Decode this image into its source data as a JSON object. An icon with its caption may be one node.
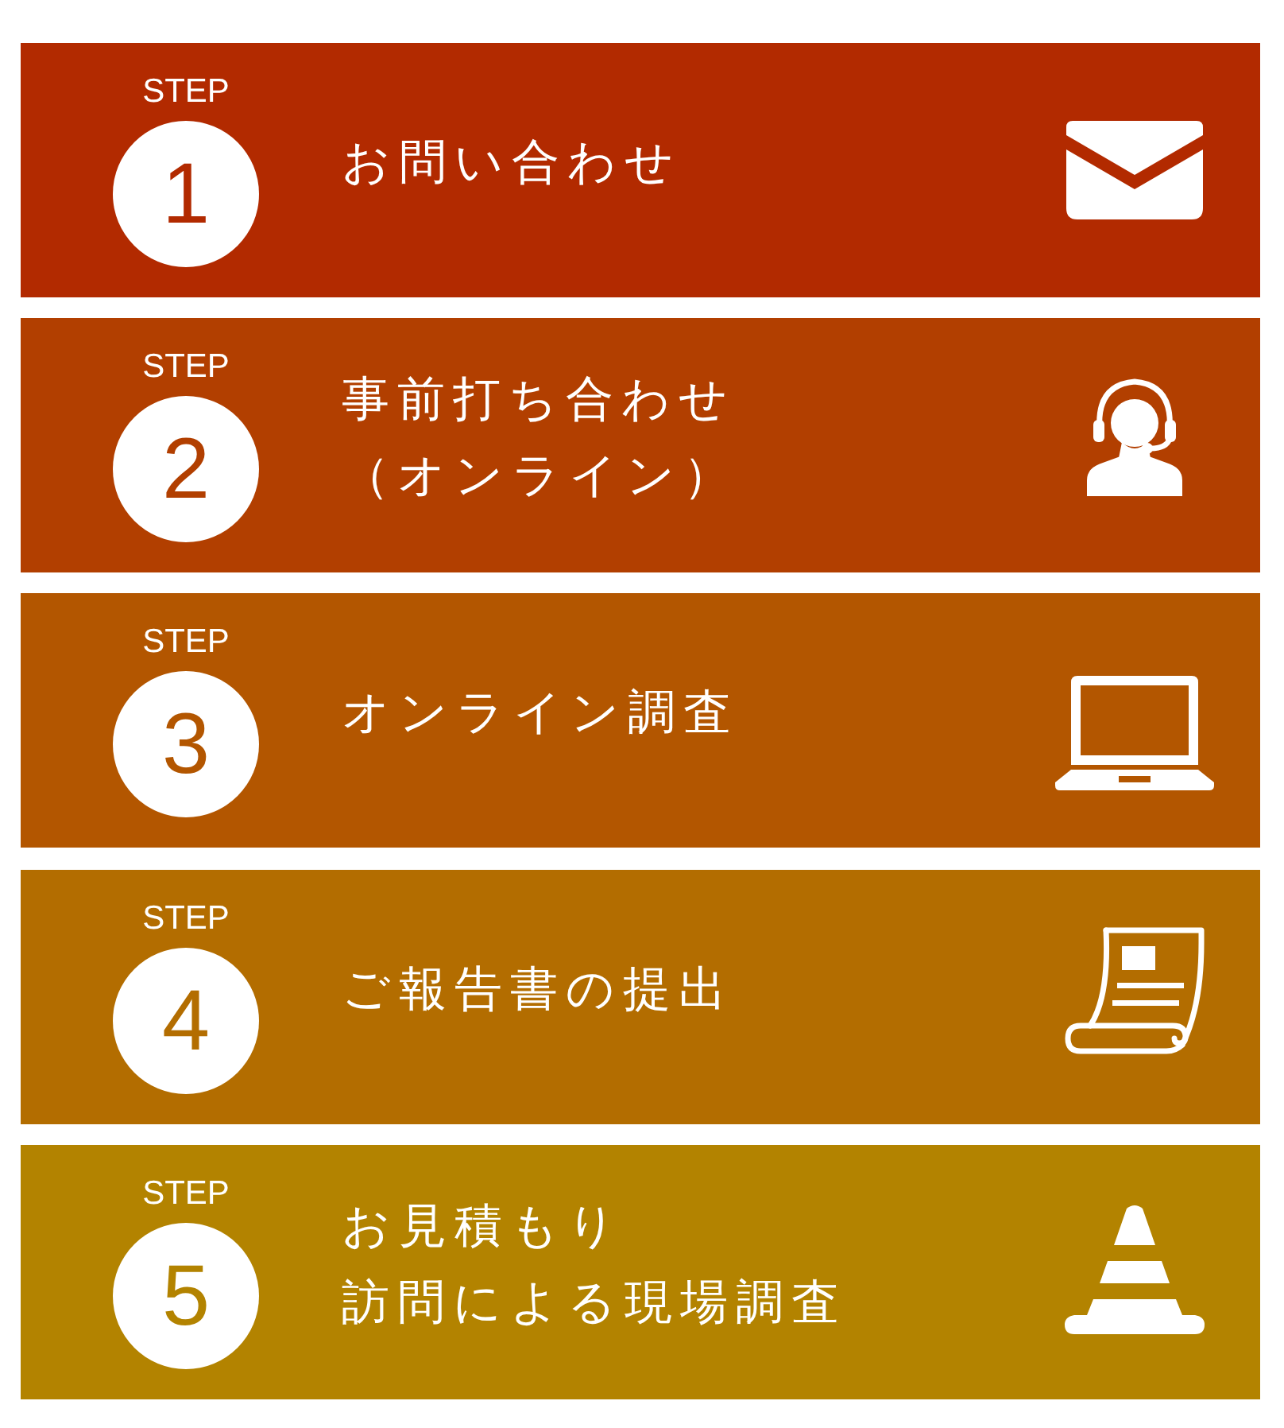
{
  "diagram": {
    "nodes": [
      {
        "text": [
          "お問い合わせ"
        ]
      },
      {
        "text": [
          "STEP",
          "1"
        ],
        "in": 0
      },
      {
        "text": [
          "事前打ち合わせ（オンライン）"
        ]
      },
      {
        "text": [
          "STEP",
          "2"
        ],
        "in": 2
      },
      {
        "text": [
          "オンライン調査"
        ]
      },
      {
        "text": [
          "STEP",
          "3"
        ],
        "in": 4
      },
      {
        "text": [
          "ご報告書の提出"
        ]
      },
      {
        "text": [
          "STEP",
          "4"
        ],
        "in": 6
      },
      {
        "text": [
          "お見積もり",
          "訪問による現場調査"
        ]
      },
      {
        "text": [
          "STEP",
          "5"
        ],
        "in": 8
      }
    ],
    "edges": []
  }
}
